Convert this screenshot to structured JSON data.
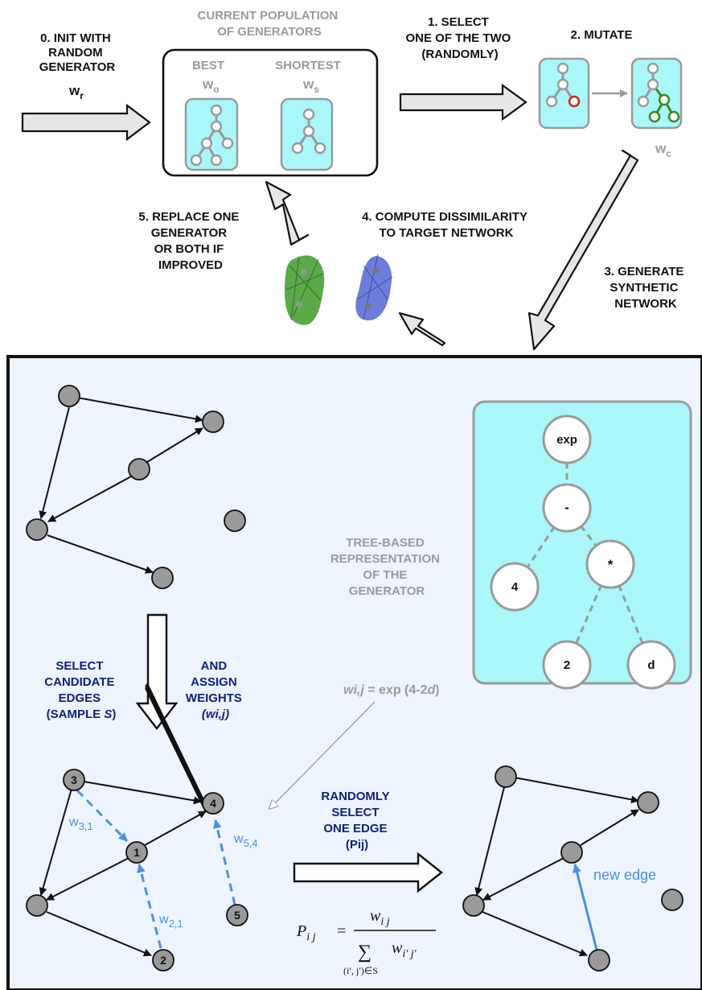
{
  "colors": {
    "tree_panel": "#a9f7f9",
    "bottom_panel": "#eef4fd",
    "arrow_fill": "#e6e6e6",
    "label_navy": "#10207f",
    "label_blue": "#4a90e2",
    "label_gray": "#9a9a9a",
    "mutation_red": "#d0261a",
    "mutation_green": "#3c8a1f",
    "network_green": "#3f9a2a",
    "network_blue": "#4a5ccf"
  },
  "steps": {
    "init": [
      "0. INIT WITH",
      "RANDOM",
      "GENERATOR"
    ],
    "init_var": "w",
    "init_sub": "r",
    "population_title": [
      "CURRENT POPULATION",
      "OF GENERATORS"
    ],
    "best": "BEST",
    "shortest": "SHORTEST",
    "best_var": "w",
    "best_sub": "o",
    "shortest_var": "w",
    "shortest_sub": "s",
    "select": [
      "1. SELECT",
      "ONE OF THE TWO",
      "(RANDOMLY)"
    ],
    "mutate": "2. MUTATE",
    "child_var": "w",
    "child_sub": "c",
    "generate": [
      "3. GENERATE",
      "SYNTHETIC",
      "NETWORK"
    ],
    "compute": [
      "4. COMPUTE DISSIMILARITY",
      "TO TARGET NETWORK"
    ],
    "replace": [
      "5. REPLACE ONE",
      "GENERATOR",
      "OR BOTH IF",
      "IMPROVED"
    ]
  },
  "tree": {
    "caption": [
      "TREE-BASED",
      "REPRESENTATION",
      "OF THE",
      "GENERATOR"
    ],
    "nodes": {
      "root": "exp",
      "minus": "-",
      "four": "4",
      "times": "*",
      "two": "2",
      "d": "d"
    }
  },
  "process": {
    "select_candidates": [
      "SELECT",
      "CANDIDATE",
      "EDGES"
    ],
    "sample_open": "(SAMPLE ",
    "sample_var": "S",
    "sample_close": ")",
    "assign": [
      "AND",
      "ASSIGN",
      "WEIGHTS"
    ],
    "assign_var": "(wi,j)",
    "weight_formula_lhs": "wi,j",
    "weight_formula_rhs": " = exp (4-2",
    "weight_formula_var": "d",
    "weight_formula_close": ")",
    "randomly_select": [
      "RANDOMLY",
      "SELECT",
      "ONE EDGE"
    ],
    "pij_label": "(Pij)",
    "node_labels": [
      "3",
      "4",
      "1",
      "5",
      "2"
    ],
    "weights": {
      "w31": "w",
      "w31_sub": "3,1",
      "w54": "w",
      "w54_sub": "5,4",
      "w21": "w",
      "w21_sub": "2,1"
    },
    "new_edge": "new edge",
    "prob_formula": {
      "lhs": "P",
      "lhs_sub": "i j",
      "eq": "=",
      "num": "w",
      "num_sub": "i j",
      "sum": "∑",
      "sum_sub": "(i′, j′)∈S",
      "den": "w",
      "den_sub": "i′ j′"
    }
  }
}
